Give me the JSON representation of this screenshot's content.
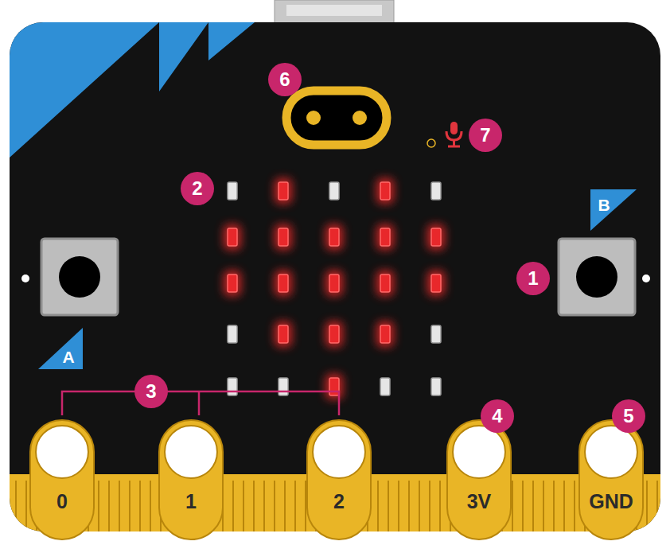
{
  "diagram": {
    "labels": [
      "6",
      "7",
      "2",
      "B",
      "1",
      "A",
      "3",
      "4",
      "5",
      "0",
      "1",
      "2",
      "3V",
      "GND"
    ]
  }
}
